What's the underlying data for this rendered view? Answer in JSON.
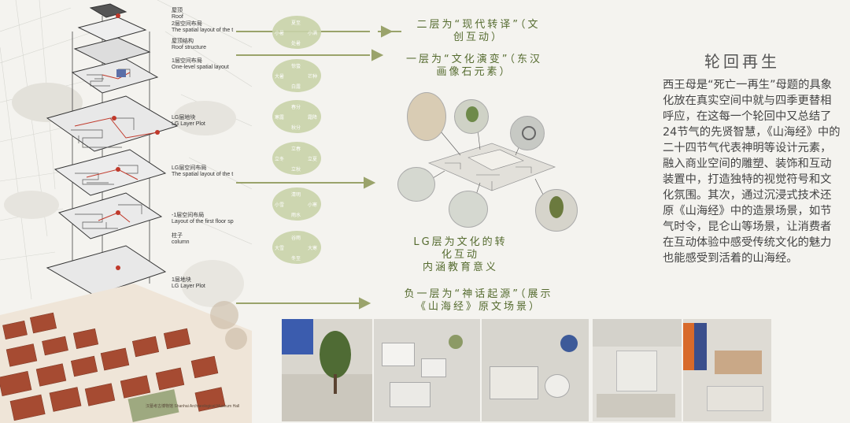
{
  "axon_labels": {
    "roof_cn": "屋顶",
    "roof_en": "Roof",
    "l2_cn": "2层空间布局",
    "l2_en": "The spatial layout of the t",
    "roof_struct_cn": "屋顶结构",
    "roof_struct_en": "Roof structure",
    "l1_cn": "1层空间布局",
    "l1_en": "One-level spatial layout",
    "lg_plot_cn": "LG层地块",
    "lg_plot_en": "LG Layer Plot",
    "lg_layout_cn": "LG层空间布局",
    "lg_layout_en": "The spatial layout of the t",
    "b1_cn": "-1层空间布局",
    "b1_en": "Layout of the first floor sp",
    "column_cn": "柱子",
    "column_en": "column",
    "l1_plot_cn": "1层地块",
    "l1_plot_en": "LG Layer Plot",
    "site_caption": "汉墓考古博物馆 Shanhai Archaeological Museum Hall"
  },
  "headlines": {
    "h2": "二层为“现代转译”（文创互动）",
    "h2_line1": "二层为“现代转译”（文",
    "h2_line2": "创互动）",
    "h1_line1": "一层为“文化演变”（东汉",
    "h1_line2": "画像石元素）",
    "lg_line1": "LG层为文化的转",
    "lg_line2": "化互动",
    "lg_line3": "内涵教育意义",
    "b1_line1": "负一层为“神话起源”（展示",
    "b1_line2": "《山海经》原文场景）"
  },
  "circles": [
    {
      "a": "小暑",
      "b": "夏至",
      "c": "小满",
      "d": "处暑"
    },
    {
      "a": "大暑",
      "b": "惊蛰",
      "c": "芒种",
      "d": "白露"
    },
    {
      "a": "寒露",
      "b": "春分",
      "c": "霜降",
      "d": "秋分"
    },
    {
      "a": "立冬",
      "b": "立春",
      "c": "立夏",
      "d": "立秋"
    },
    {
      "a": "小雪",
      "b": "清明",
      "c": "小寒",
      "d": "雨水"
    },
    {
      "a": "大雪",
      "b": "谷雨",
      "c": "大寒",
      "d": "冬至"
    }
  ],
  "right_panel": {
    "title": "轮回再生",
    "body": "西王母是“死亡一再生”母题的具象化放在真实空间中就与四季更替相呼应，在这每一个轮回中又总结了24节气的先贤智慧，《山海经》中的二十四节气代表神明等设计元素，融入商业空间的雕塑、装饰和互动装置中，打造独特的视觉符号和文化氛围。其次，通过沉浸式技术还原《山海经》中的造景场景，如节气时令，昆仑山等场景，让消费者在互动体验中感受传统文化的魅力也能感受到活着的山海经。"
  },
  "colors": {
    "accent_green": "#556b2f",
    "arrow_green": "#9aa36b",
    "brick": "#a64b32"
  }
}
